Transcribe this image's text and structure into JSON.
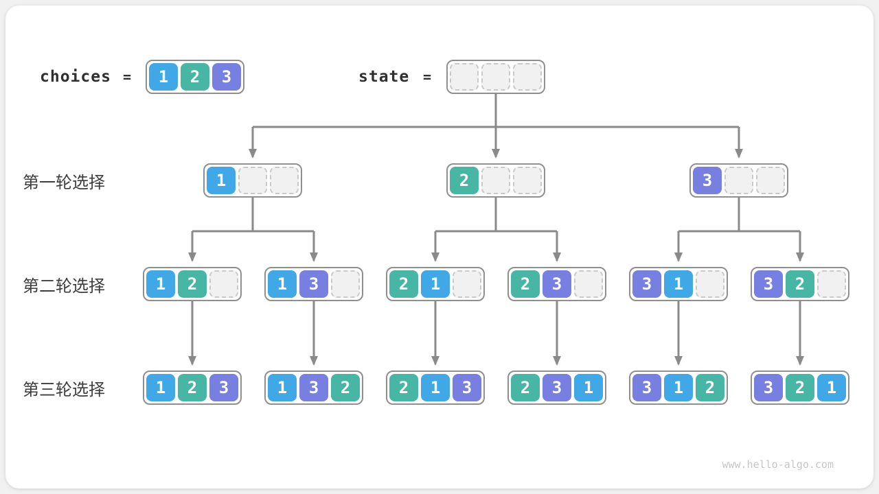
{
  "colors": {
    "cell_1": "#41a8e8",
    "cell_2": "#48b6a4",
    "cell_3": "#777fe0",
    "cell_text": "#ffffff",
    "empty_cell_bg": "#f1f1f1",
    "empty_cell_border": "#c9c9c9",
    "node_border": "#8f8f8f",
    "arrow": "#8a8a8a",
    "code_text": "#2f2f2f",
    "label_text": "#3d3d3d",
    "watermark": "#c6c6c6"
  },
  "header": {
    "choices_label": "choices",
    "state_label": "state",
    "equals": "=",
    "choices_values": [
      1,
      2,
      3
    ],
    "state_values": [
      null,
      null,
      null
    ]
  },
  "rounds": [
    {
      "label": "第一轮选择",
      "nodes": [
        [
          1,
          null,
          null
        ],
        [
          2,
          null,
          null
        ],
        [
          3,
          null,
          null
        ]
      ]
    },
    {
      "label": "第二轮选择",
      "nodes": [
        [
          1,
          2,
          null
        ],
        [
          1,
          3,
          null
        ],
        [
          2,
          1,
          null
        ],
        [
          2,
          3,
          null
        ],
        [
          3,
          1,
          null
        ],
        [
          3,
          2,
          null
        ]
      ]
    },
    {
      "label": "第三轮选择",
      "nodes": [
        [
          1,
          2,
          3
        ],
        [
          1,
          3,
          2
        ],
        [
          2,
          1,
          3
        ],
        [
          2,
          3,
          1
        ],
        [
          3,
          1,
          2
        ],
        [
          3,
          2,
          1
        ]
      ]
    }
  ],
  "watermark": "www.hello-algo.com"
}
